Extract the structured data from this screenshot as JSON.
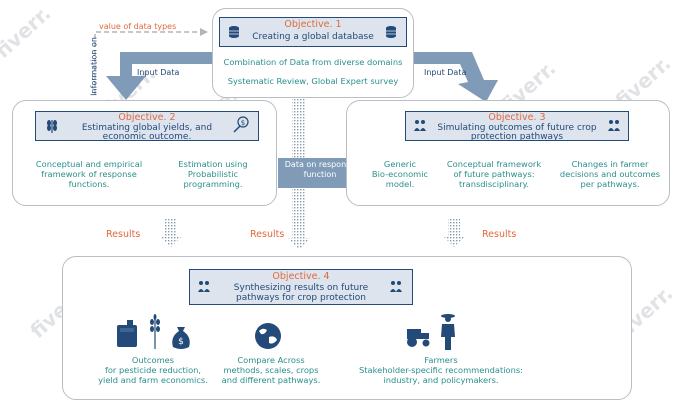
{
  "top": {
    "objective": "Objective. 1",
    "title": "Creating a global database",
    "line1": "Combination of Data from diverse domains",
    "line2": "Systematic Review, Global Expert survey"
  },
  "left": {
    "objective": "Objective. 2",
    "title_line1": "Estimating global yields, and",
    "title_line2": "economic outcome.",
    "col1": [
      "Conceptual and empirical",
      "framework of response",
      "functions."
    ],
    "col2": [
      "Estimation using",
      "Probabilistic",
      "programming."
    ]
  },
  "right": {
    "objective": "Objective. 3",
    "title_line1": "Simulating outcomes of future crop",
    "title_line2": "protection pathways",
    "col1": [
      "Generic",
      "Bio-economic",
      "model."
    ],
    "col2": [
      "Conceptual framework",
      "of future pathways:",
      "transdisciplinary."
    ],
    "col3": [
      "Changes in farmer",
      "decisions and outcomes",
      "per pathways."
    ]
  },
  "bottom": {
    "objective": "Objective. 4",
    "title_line1": "Synthesizing results on future",
    "title_line2": "pathways for crop protection",
    "col1": [
      "Outcomes",
      "for pesticide reduction,",
      "yield and farm economics."
    ],
    "col2": [
      "Compare Across",
      "methods, scales, crops",
      "and different pathways."
    ],
    "col3": [
      "Farmers",
      "Stakeholder-specific recommendations:",
      "industry, and policymakers."
    ]
  },
  "labels": {
    "value_types": "value of data types",
    "info_on": "Information on",
    "input_left": "Input Data",
    "input_right": "Input Data",
    "response": "Data on response function",
    "results": [
      "Results",
      "Results",
      "Results"
    ]
  },
  "watermark": "fiverr.",
  "colors": {
    "teal": "#2a8f8a",
    "orange": "#e2683a",
    "navy": "#234a78",
    "arrow": "#7f9bb7",
    "title_bg": "#dde4ee"
  },
  "icons": [
    "database-icon",
    "wheat-icon",
    "money-growth-icon",
    "farmer-discussion-icon",
    "jerrycan-icon",
    "crop-icon",
    "money-bag-icon",
    "globe-icon",
    "tractor-icon",
    "farmer-icon"
  ]
}
